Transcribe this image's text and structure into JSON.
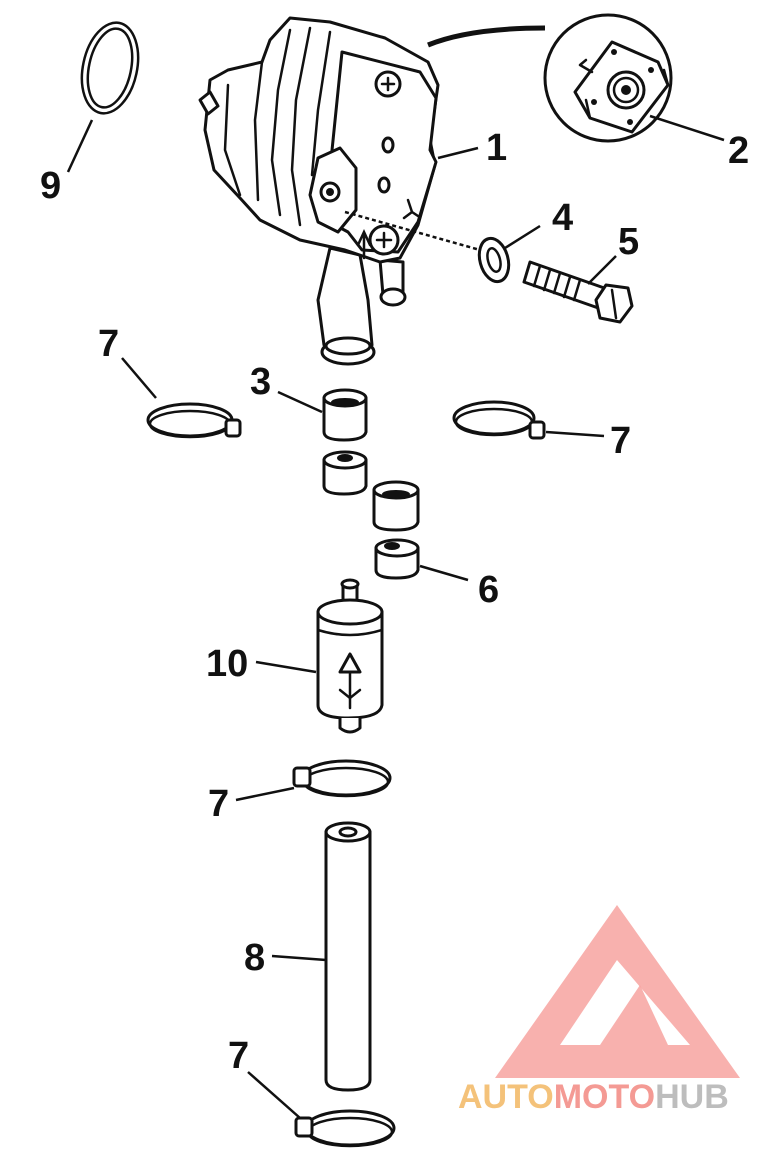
{
  "callouts": [
    {
      "id": "c1",
      "text": "1"
    },
    {
      "id": "c2",
      "text": "2"
    },
    {
      "id": "c3",
      "text": "3"
    },
    {
      "id": "c4",
      "text": "4"
    },
    {
      "id": "c5",
      "text": "5"
    },
    {
      "id": "c6",
      "text": "6"
    },
    {
      "id": "c7a",
      "text": "7"
    },
    {
      "id": "c7b",
      "text": "7"
    },
    {
      "id": "c7c",
      "text": "7"
    },
    {
      "id": "c7d",
      "text": "7"
    },
    {
      "id": "c8",
      "text": "8"
    },
    {
      "id": "c9",
      "text": "9"
    },
    {
      "id": "c10",
      "text": "10"
    }
  ],
  "watermark": {
    "part1": "AUTO",
    "part2": "MOTO",
    "part3": "HUB",
    "color_auto": "#f4c27a",
    "color_moto": "#f49a94",
    "color_hub": "#bdbdbd"
  }
}
